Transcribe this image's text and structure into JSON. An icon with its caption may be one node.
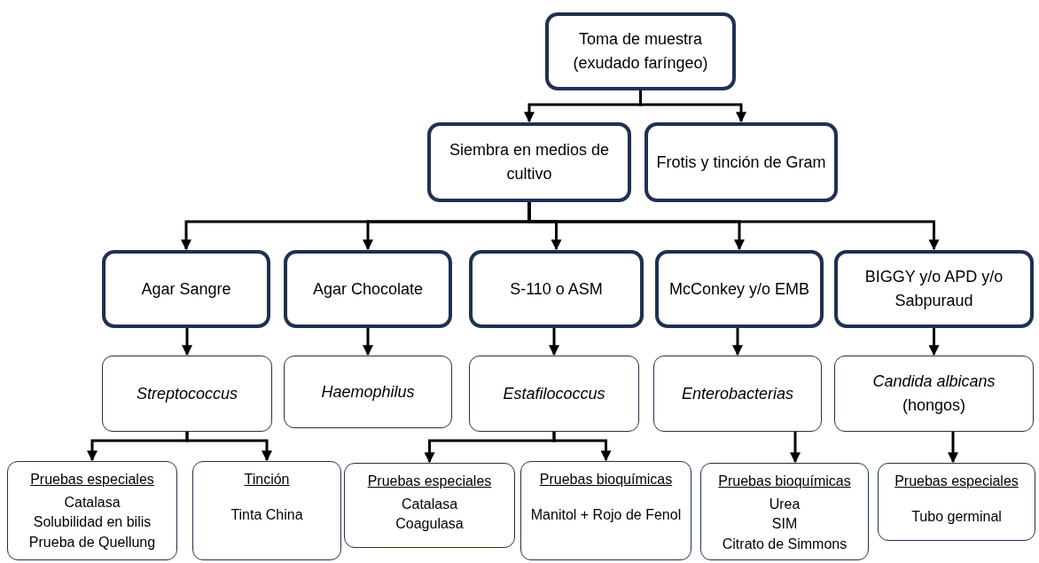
{
  "diagram": {
    "nodes": [
      {
        "text": [
          "Toma de muestra (exudado faríngeo)"
        ]
      },
      {
        "text": [
          "Siembra en medios de cultivo"
        ]
      },
      {
        "text": [
          "Frotis y tinción de Gram"
        ]
      },
      {
        "text": [
          "Agar Sangre"
        ]
      },
      {
        "text": [
          "Agar Chocolate"
        ]
      },
      {
        "text": [
          "S-110 o ASM"
        ]
      },
      {
        "text": [
          "McConkey y/o EMB"
        ]
      },
      {
        "text": [
          "BIGGY y/o APD y/o Sabpuraud"
        ]
      },
      {
        "text": [
          "Streptococcus"
        ]
      },
      {
        "text": [
          "Haemophilus"
        ]
      },
      {
        "text": [
          "Estafilococcus"
        ]
      },
      {
        "text": [
          "Enterobacterias"
        ]
      },
      {
        "text": [
          "*Candida albicans* (hongos)"
        ]
      },
      {
        "text": [
          "Pruebas especiales",
          "Catalasa",
          "Solubilidad en bilis",
          "Prueba de Quellung"
        ]
      },
      {
        "text": [
          "Tinción",
          "Tinta China"
        ]
      },
      {
        "text": [
          "Pruebas especiales",
          "Catalasa",
          "Coagulasa"
        ]
      },
      {
        "text": [
          "Pruebas bioquímicas",
          "Manitol + Rojo de Fenol"
        ]
      },
      {
        "text": [
          "Pruebas bioquímicas",
          "Urea",
          "SIM",
          "Citrato de Simmons"
        ]
      },
      {
        "text": [
          "Pruebas especiales",
          "Tubo germinal"
        ]
      }
    ],
    "edges": [
      {
        "from": 0,
        "to": 1,
        "arrow": "to"
      },
      {
        "from": 0,
        "to": 2,
        "arrow": "to"
      },
      {
        "from": 1,
        "to": 3,
        "arrow": "to"
      },
      {
        "from": 1,
        "to": 4,
        "arrow": "to"
      },
      {
        "from": 1,
        "to": 5,
        "arrow": "to"
      },
      {
        "from": 1,
        "to": 6,
        "arrow": "to"
      },
      {
        "from": 1,
        "to": 7,
        "arrow": "to"
      },
      {
        "from": 3,
        "to": 8,
        "arrow": "to"
      },
      {
        "from": 4,
        "to": 9,
        "arrow": "to"
      },
      {
        "from": 5,
        "to": 10,
        "arrow": "to"
      },
      {
        "from": 6,
        "to": 11,
        "arrow": "to"
      },
      {
        "from": 7,
        "to": 12,
        "arrow": "to"
      },
      {
        "from": 8,
        "to": 13,
        "arrow": "to"
      },
      {
        "from": 8,
        "to": 14,
        "arrow": "to"
      },
      {
        "from": 10,
        "to": 15,
        "arrow": "to"
      },
      {
        "from": 10,
        "to": 16,
        "arrow": "to"
      },
      {
        "from": 11,
        "to": 17,
        "arrow": "to"
      },
      {
        "from": 12,
        "to": 18,
        "arrow": "to"
      }
    ]
  }
}
